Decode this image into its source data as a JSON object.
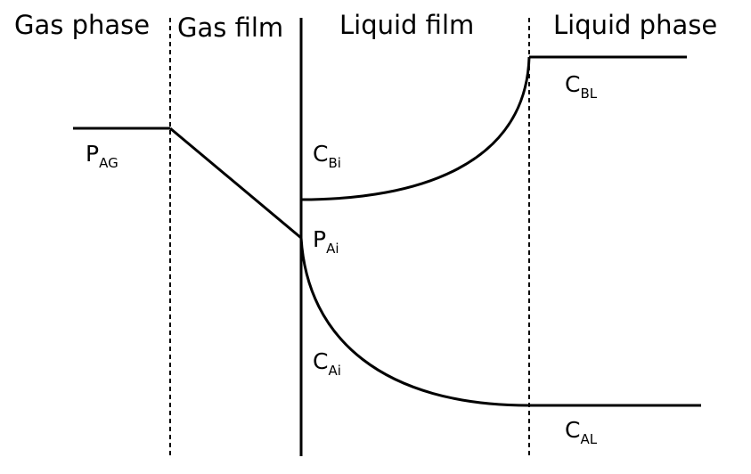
{
  "regions": {
    "gas_phase": "Gas phase",
    "gas_film": "Gas film",
    "liquid_film": "Liquid film",
    "liquid_phase": "Liquid phase"
  },
  "labels": {
    "p_ag": {
      "main": "P",
      "sub": "AG"
    },
    "p_ai": {
      "main": "P",
      "sub": "Ai"
    },
    "c_bi": {
      "main": "C",
      "sub": "Bi"
    },
    "c_bl": {
      "main": "C",
      "sub": "BL"
    },
    "c_ai": {
      "main": "C",
      "sub": "Ai"
    },
    "c_al": {
      "main": "C",
      "sub": "AL"
    }
  }
}
